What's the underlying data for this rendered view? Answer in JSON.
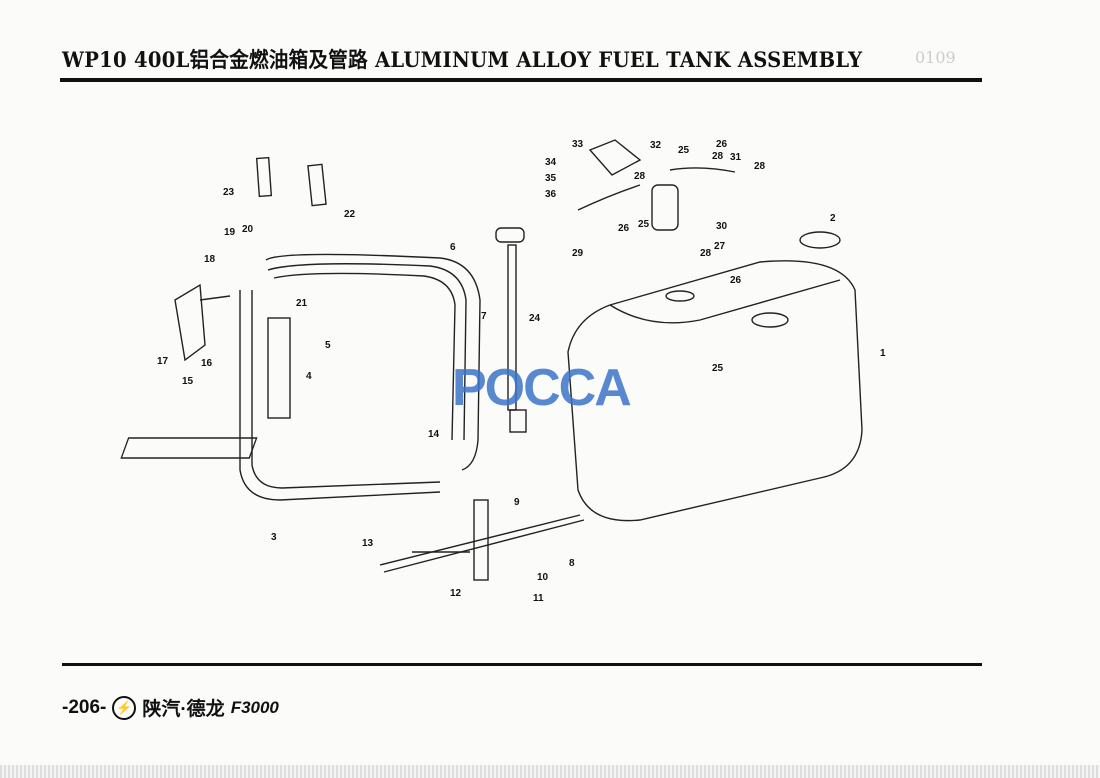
{
  "header": {
    "title": "WP10  400L铝合金燃油箱及管路 ALUMINUM ALLOY FUEL TANK ASSEMBLY",
    "ghost_text": "0109"
  },
  "diagram": {
    "callouts": [
      "33",
      "32",
      "26",
      "25",
      "28",
      "31",
      "28",
      "34",
      "35",
      "28",
      "36",
      "26",
      "25",
      "30",
      "29",
      "2",
      "23",
      "22",
      "19",
      "20",
      "6",
      "28",
      "27",
      "26",
      "18",
      "21",
      "5",
      "7",
      "24",
      "25",
      "1",
      "17",
      "16",
      "15",
      "4",
      "14",
      "9",
      "3",
      "13",
      "8",
      "10",
      "12",
      "11"
    ]
  },
  "watermark": "POCCA",
  "footer": {
    "page_number": "-206-",
    "logo_symbol": "⚡",
    "brand": "陕汽·德龙",
    "model": "F3000"
  }
}
